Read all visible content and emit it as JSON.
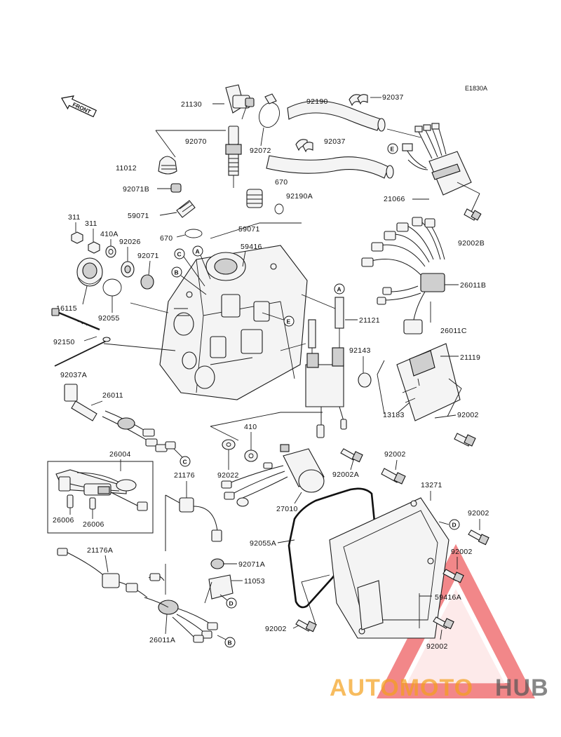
{
  "diagram_code": "E1830A",
  "front_label": "FRONT",
  "colors": {
    "ink": "#1a1a1a",
    "watermark_red": "#e8262a",
    "watermark_orange": "#f4a01c",
    "watermark_gray": "#555555"
  },
  "watermark": {
    "part1": "AUTOMOTO",
    "part2": "HUB"
  },
  "labels": {
    "p21130": "21130",
    "p92190": "92190",
    "p92037_top": "92037",
    "p92070": "92070",
    "p92072": "92072",
    "p92037_mid": "92037",
    "p11012": "11012",
    "p92071B": "92071B",
    "p670_top": "670",
    "p92190A": "92190A",
    "p21066": "21066",
    "p59071_left": "59071",
    "p59071_mid": "59071",
    "p311_a": "311",
    "p311_b": "311",
    "p410A": "410A",
    "p670_mid": "670",
    "p92026": "92026",
    "p59416": "59416",
    "p92002B": "92002B",
    "p92071": "92071",
    "p26011B": "26011B",
    "p16115": "16115",
    "p92055": "92055",
    "p21121": "21121",
    "p26011C": "26011C",
    "p92150": "92150",
    "p92143": "92143",
    "p21119": "21119",
    "p92037A": "92037A",
    "p26011": "26011",
    "p92002_r": "92002",
    "p13183": "13183",
    "p410": "410",
    "p26004": "26004",
    "p92002_mid": "92002",
    "p92022": "92022",
    "p92002A": "92002A",
    "p13271": "13271",
    "p21176": "21176",
    "p27010": "27010",
    "p26006_a": "26006",
    "p26006_b": "26006",
    "p92002_r2": "92002",
    "p92055A": "92055A",
    "p21176A": "21176A",
    "p92071A": "92071A",
    "p92002_r3": "92002",
    "p11053": "11053",
    "p59416A": "59416A",
    "p92002_bot": "92002",
    "p26011A": "26011A",
    "p92002_bot2": "92002"
  },
  "callouts": {
    "A": "A",
    "B": "B",
    "C": "C",
    "D": "D",
    "E": "E"
  }
}
